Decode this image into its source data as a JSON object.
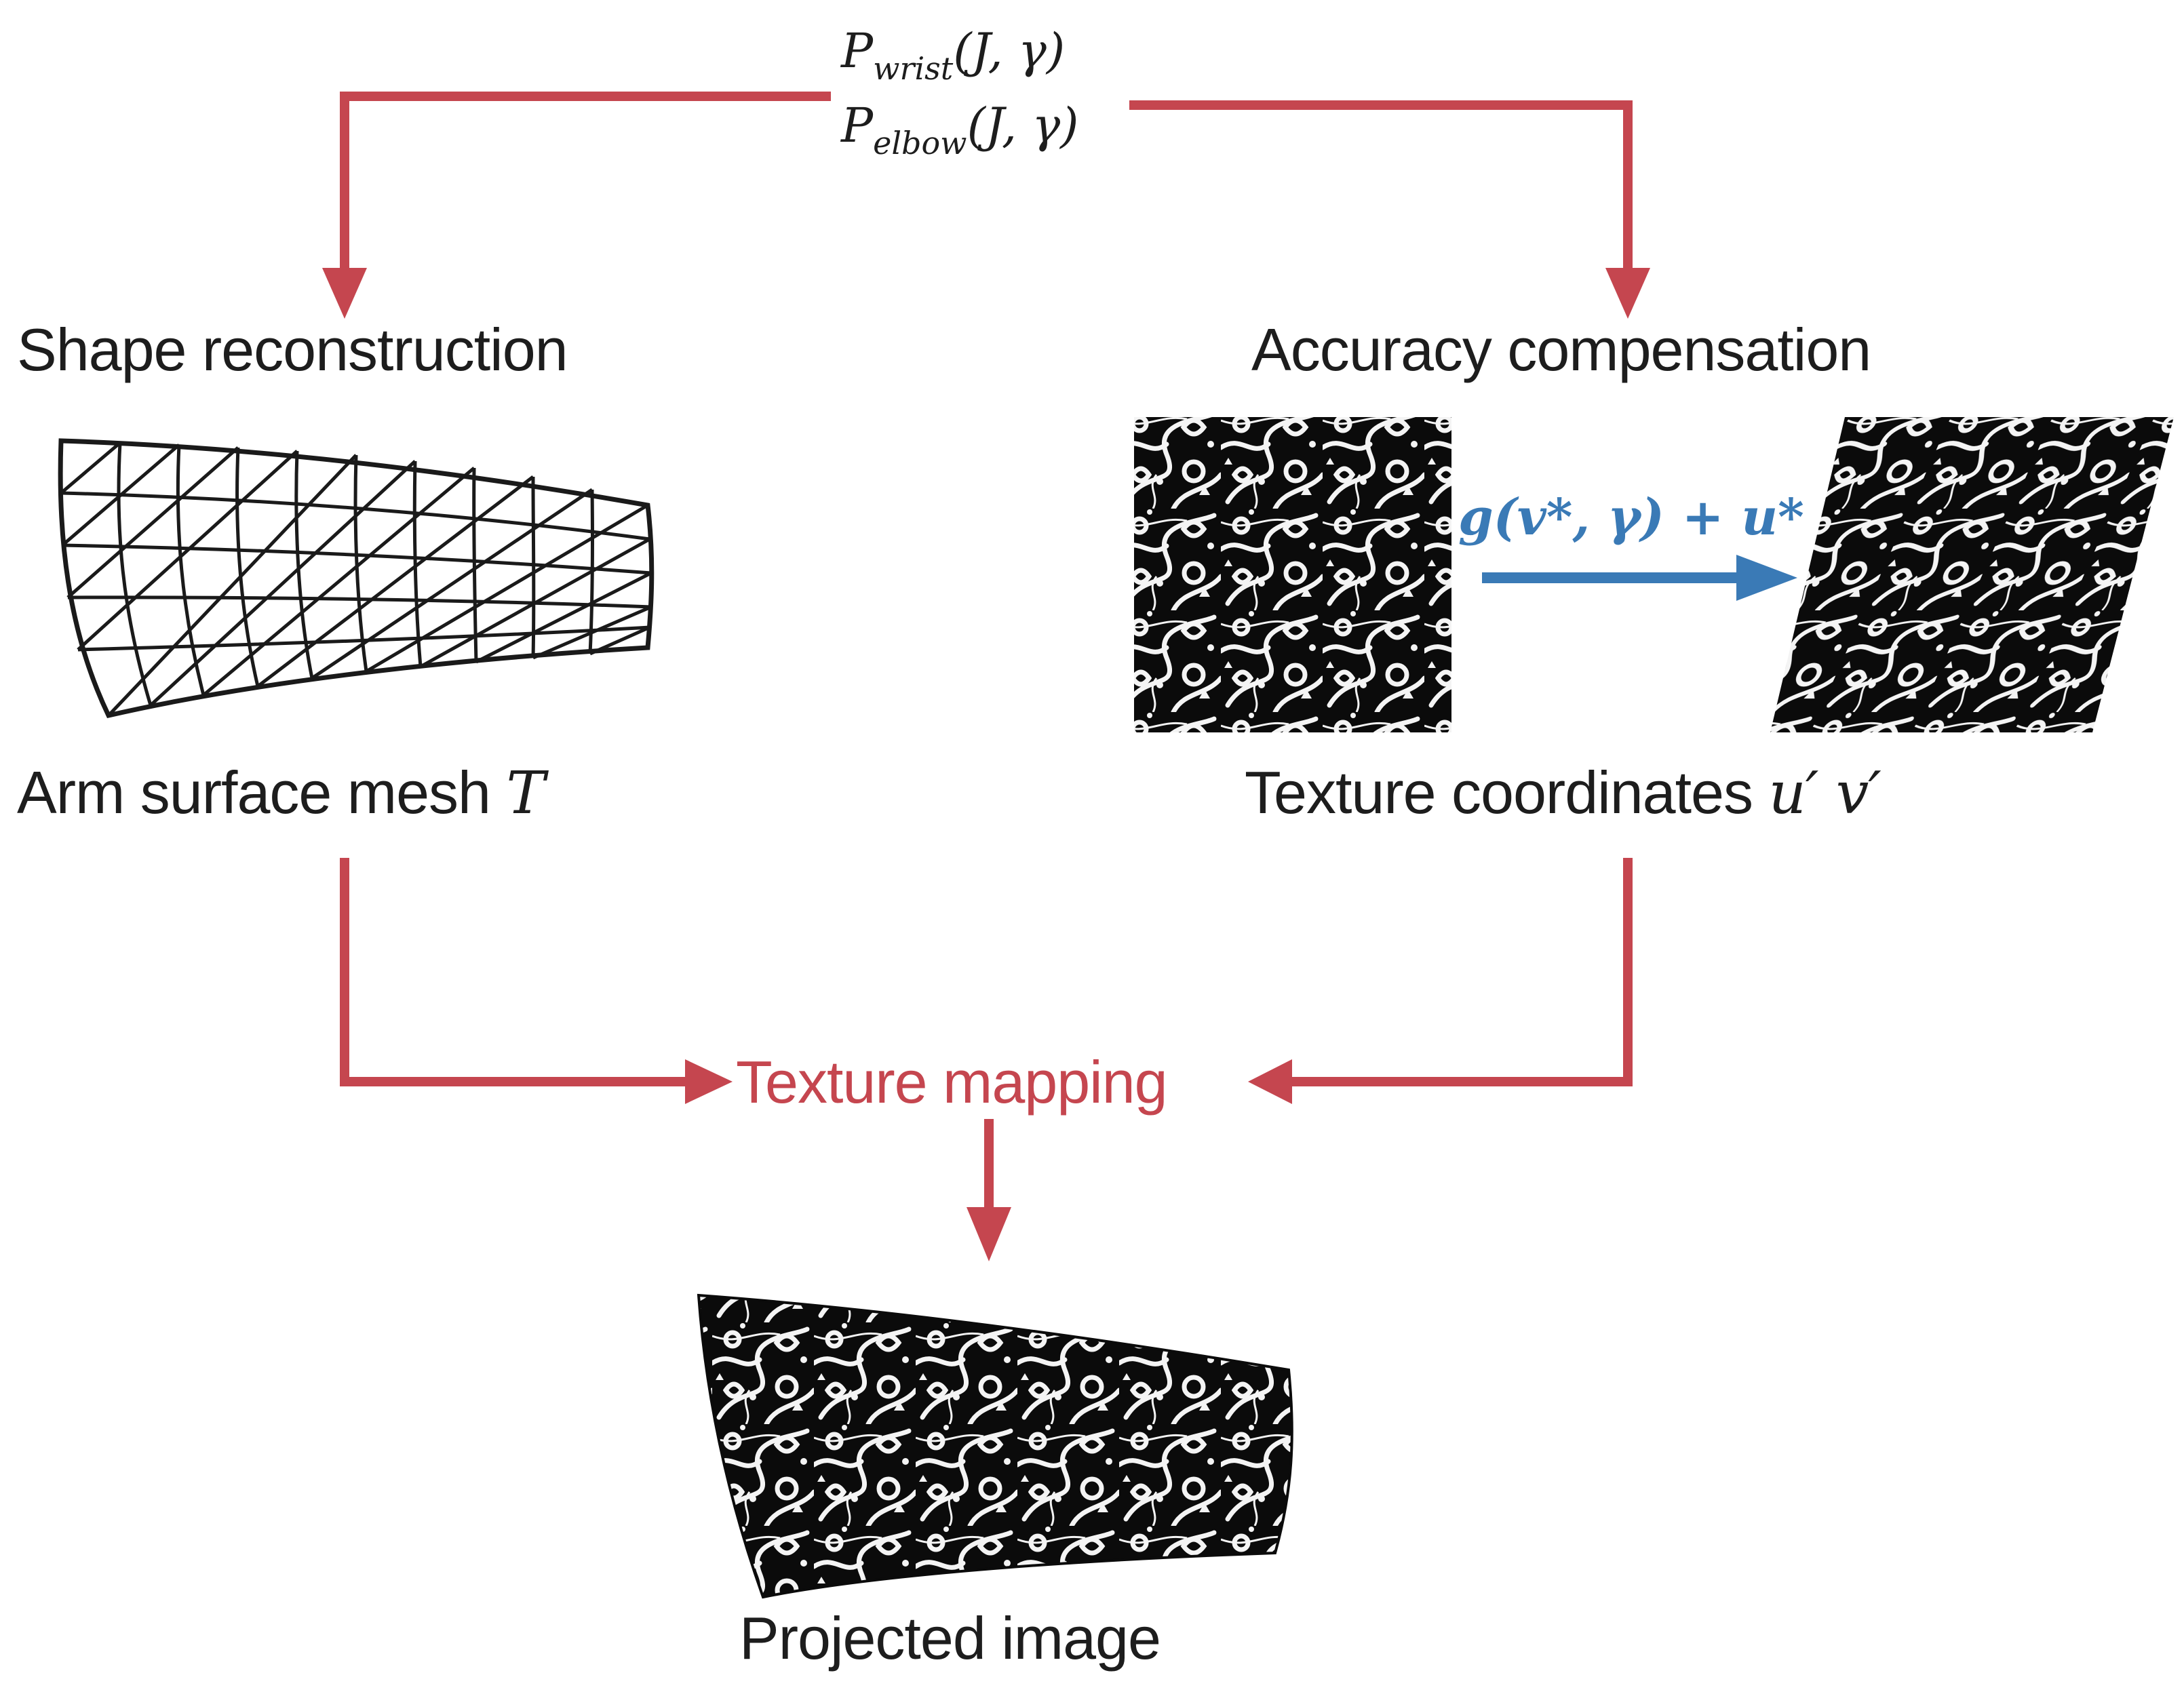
{
  "inputs": {
    "wrist": {
      "base": "P",
      "sub": "wrist",
      "args": "(J, γ)"
    },
    "elbow": {
      "base": "P",
      "sub": "elbow",
      "args": "(J, γ)"
    }
  },
  "left_branch": {
    "title": "Shape reconstruction",
    "caption_text": "Arm surface mesh ",
    "caption_math": "T"
  },
  "right_branch": {
    "title": "Accuracy compensation",
    "transform_formula": "g(v*, γ) + u*",
    "caption_text": "Texture coordinates ",
    "caption_math": "u′ v′"
  },
  "merge": {
    "title": "Texture mapping"
  },
  "output": {
    "caption": "Projected image"
  },
  "colors": {
    "flow_arrow": "#c5464f",
    "transform_arrow": "#3a7ab6",
    "text": "#1d1d1d",
    "texture_dark": "#0b0b0b",
    "texture_light": "#f4f4f4"
  },
  "icons": [
    "arm-mesh-icon",
    "texture-swatch-icon",
    "sheared-texture-swatch-icon",
    "projected-arm-icon"
  ]
}
